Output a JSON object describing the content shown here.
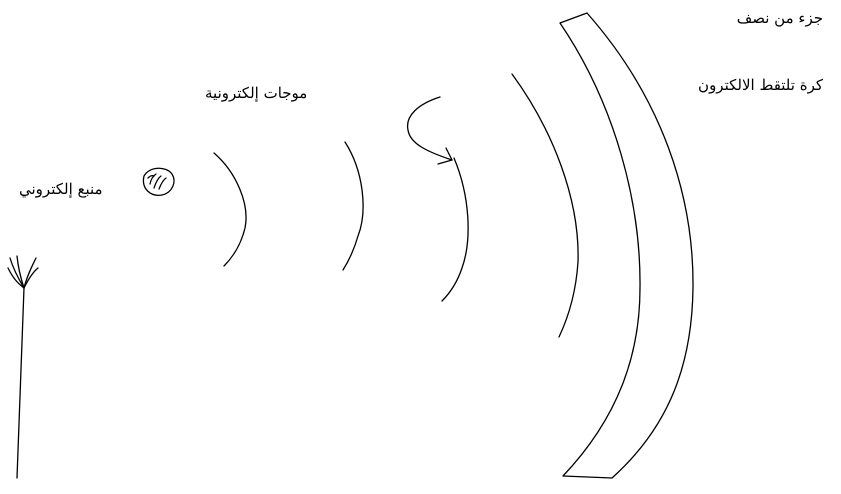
{
  "diagram": {
    "labels": {
      "hemisphere_line1": "جزء من نصف",
      "hemisphere_line2": "كرة تلتقط الالكترون",
      "waves": "موجات إلكترونية",
      "source": "منبع إلكتروني"
    },
    "icons": {
      "source": "electron-source-blob",
      "arrow": "curved-arrow",
      "antenna": "antenna-wire"
    }
  }
}
